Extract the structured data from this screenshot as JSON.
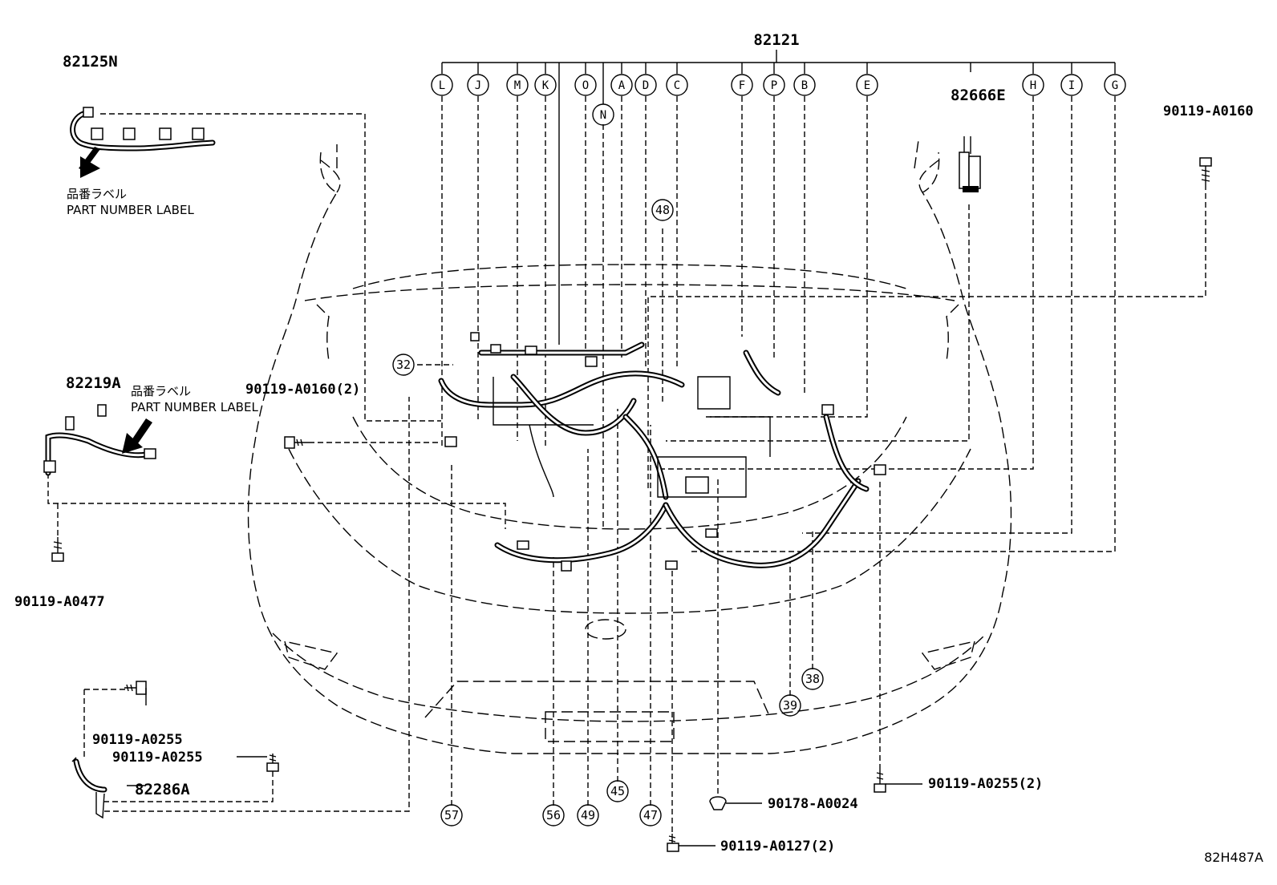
{
  "diagram_code": "82H487A",
  "parts": {
    "harness_main": "82121",
    "harness_82125n": "82125N",
    "harness_82219a": "82219A",
    "harness_82666e": "82666E",
    "harness_82286a": "82286A",
    "bolt_a0160": "90119-A0160",
    "bolt_a0160_2": "90119-A0160(2)",
    "bolt_a0477": "90119-A0477",
    "bolt_a0255_1": "90119-A0255",
    "bolt_a0255_2": "90119-A0255",
    "bolt_a0255_x2": "90119-A0255(2)",
    "clip_a0024": "90178-A0024",
    "bolt_a0127_x2": "90119-A0127(2)"
  },
  "labels": {
    "part_number_jp": "品番ラベル",
    "part_number_en": "PART NUMBER LABEL"
  },
  "letter_callouts": [
    "L",
    "J",
    "M",
    "K",
    "O",
    "N",
    "A",
    "D",
    "C",
    "F",
    "P",
    "B",
    "E",
    "H",
    "I",
    "G"
  ],
  "number_callouts": [
    "48",
    "32",
    "57",
    "56",
    "49",
    "45",
    "47",
    "39",
    "38"
  ]
}
